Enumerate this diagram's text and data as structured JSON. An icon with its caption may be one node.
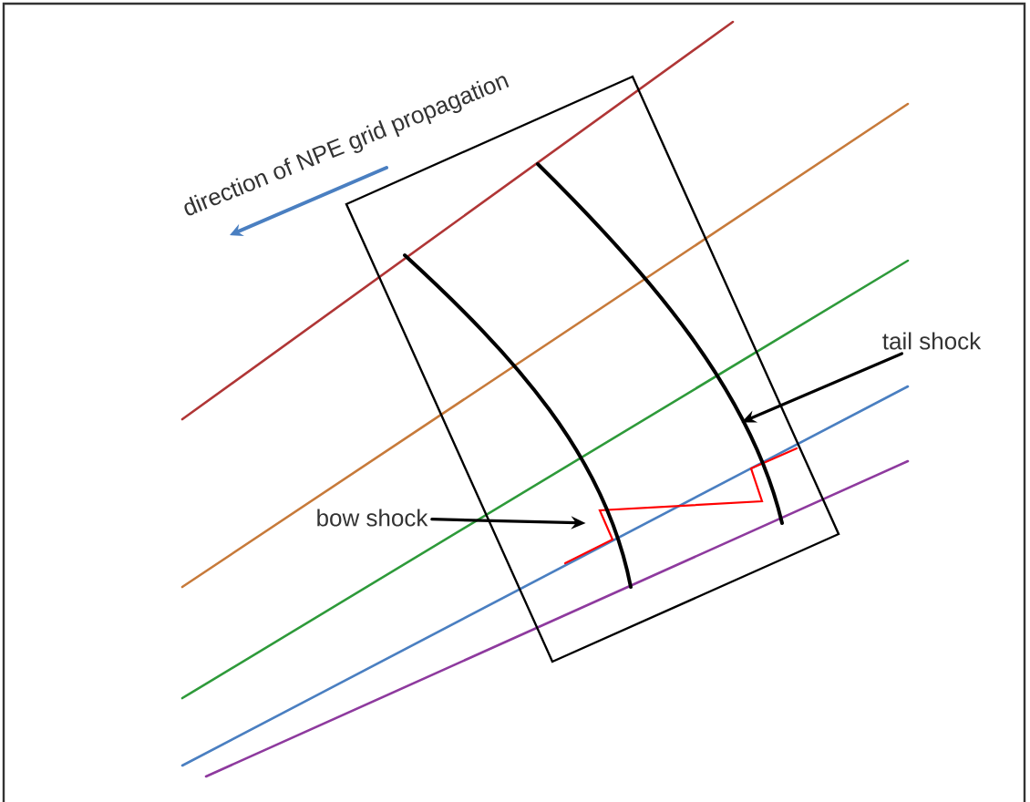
{
  "diagram": {
    "nodes": [
      {
        "text": [
          "bow shock"
        ]
      },
      {
        "text": [
          "tail shock"
        ]
      },
      {
        "text": [],
        "shape": "curve"
      },
      {
        "text": [],
        "shape": "curve"
      }
    ],
    "edges": [
      {
        "from": 0,
        "to": 2,
        "arrow": "to"
      },
      {
        "from": 1,
        "to": 3,
        "arrow": "to"
      }
    ],
    "labels": [
      "direction of NPE grid propagation"
    ]
  }
}
